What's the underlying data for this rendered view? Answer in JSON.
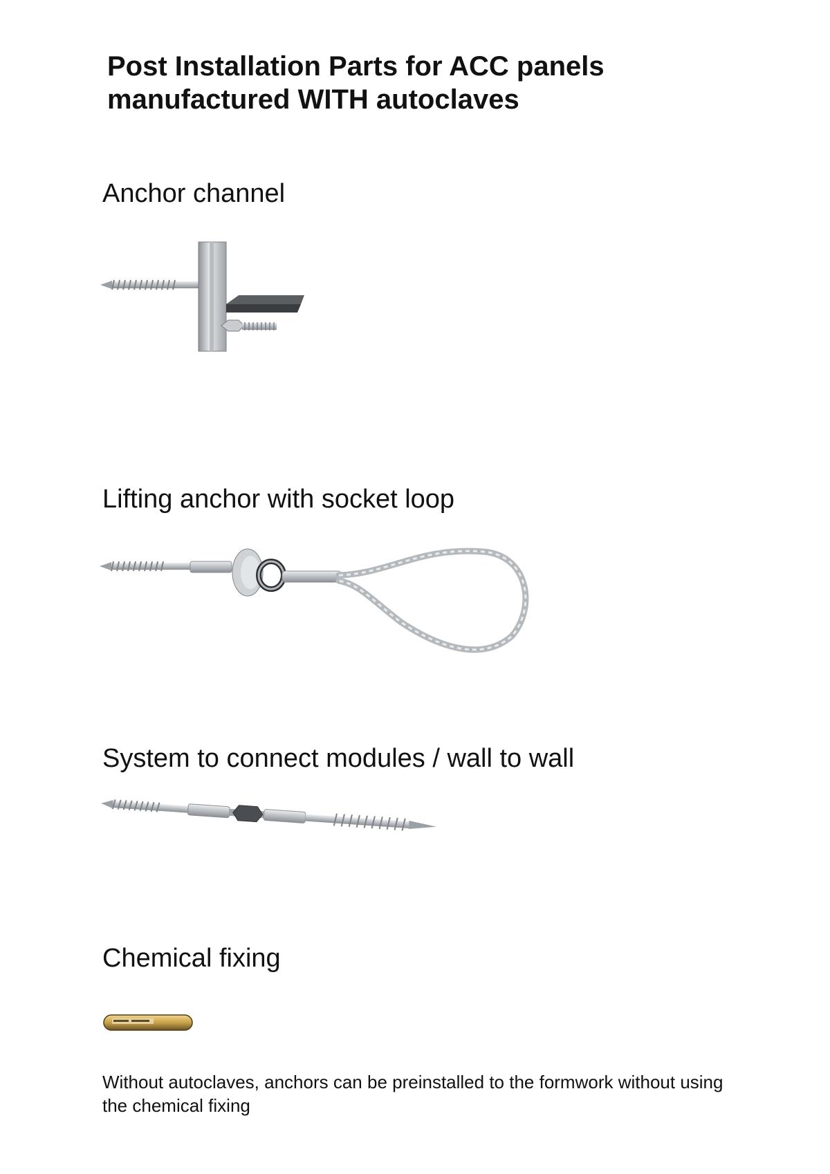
{
  "document": {
    "title_line_1": "Post Installation Parts for ACC panels",
    "title_line_2": "manufactured WITH autoclaves"
  },
  "sections": [
    {
      "heading": "Anchor channel",
      "illustration_icon": "anchor-channel-bolt-icon"
    },
    {
      "heading": "Lifting anchor with socket loop",
      "illustration_icon": "lifting-anchor-loop-icon"
    },
    {
      "heading": "System to connect modules / wall to wall",
      "illustration_icon": "connector-rod-icon"
    },
    {
      "heading": "Chemical fixing",
      "illustration_icon": "chemical-capsule-icon"
    }
  ],
  "footnote": {
    "line_1": "Without autoclaves, anchors can be preinstalled to the formwork without using",
    "line_2": "the chemical fixing"
  },
  "colors": {
    "text": "#111111",
    "metal_light": "#dfe2e4",
    "metal_mid": "#a9aeb3",
    "metal_dark": "#6b7075",
    "plate_dark": "#3a3d40",
    "capsule_amber": "#c9a24a"
  }
}
